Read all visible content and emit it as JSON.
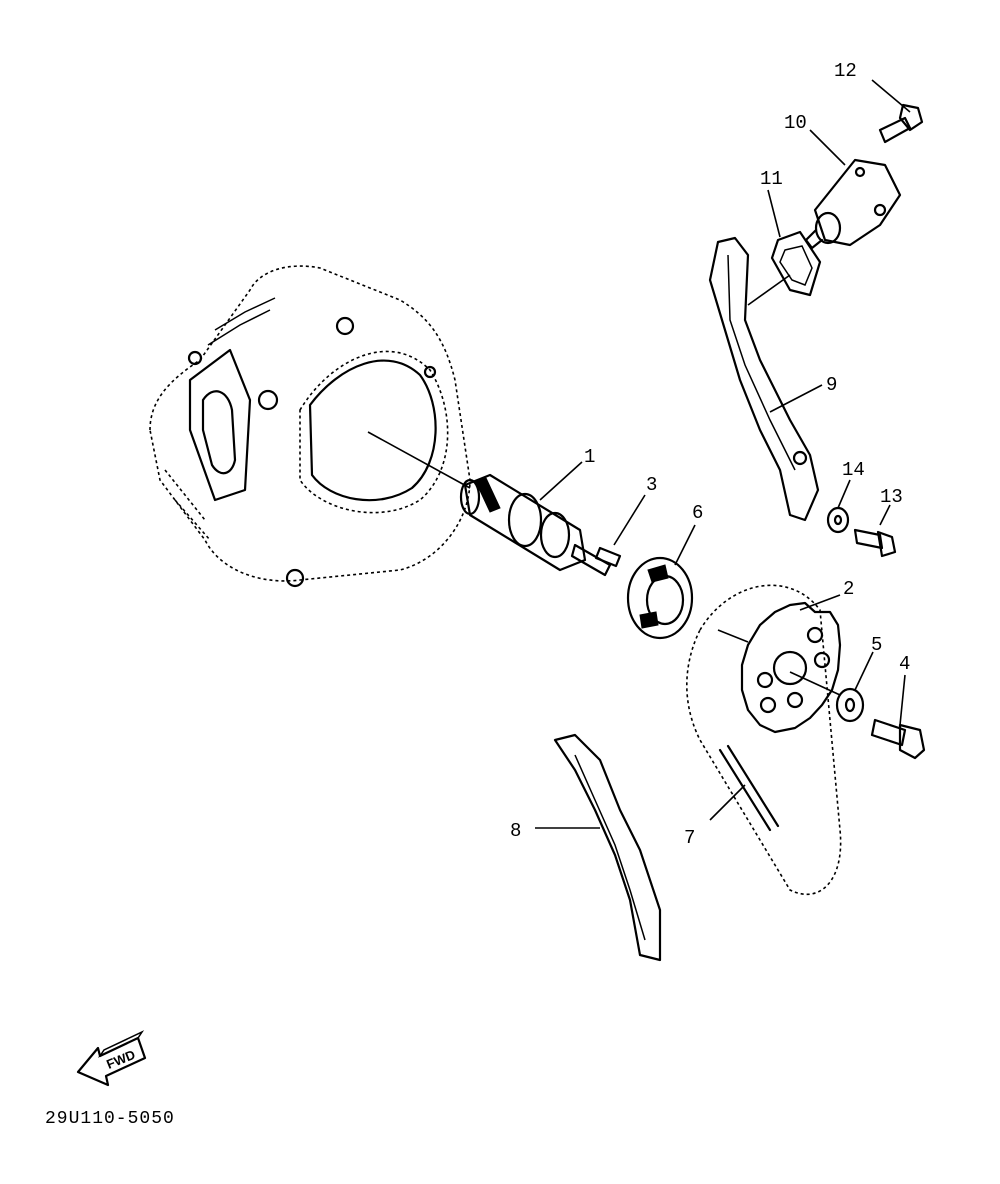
{
  "callouts": {
    "c1": "1",
    "c2": "2",
    "c3": "3",
    "c4": "4",
    "c5": "5",
    "c6": "6",
    "c7": "7",
    "c8": "8",
    "c9": "9",
    "c10": "10",
    "c11": "11",
    "c12": "12",
    "c13": "13",
    "c14": "14"
  },
  "fwd_label": "FWD",
  "drawing_code": "29U110-5050"
}
